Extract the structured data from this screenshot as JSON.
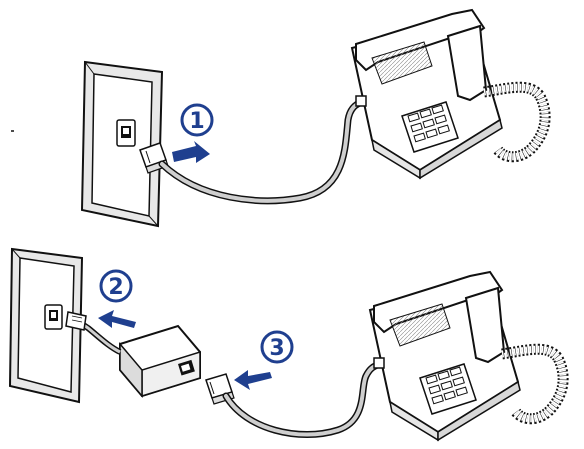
{
  "steps": [
    {
      "label": "1"
    },
    {
      "label": "2"
    },
    {
      "label": "3"
    }
  ],
  "colors": {
    "outline": "#111111",
    "accent": "#1f3f8f",
    "cord": "#cfcfcf",
    "plate": "#ececec",
    "wall": "#ffffff"
  }
}
